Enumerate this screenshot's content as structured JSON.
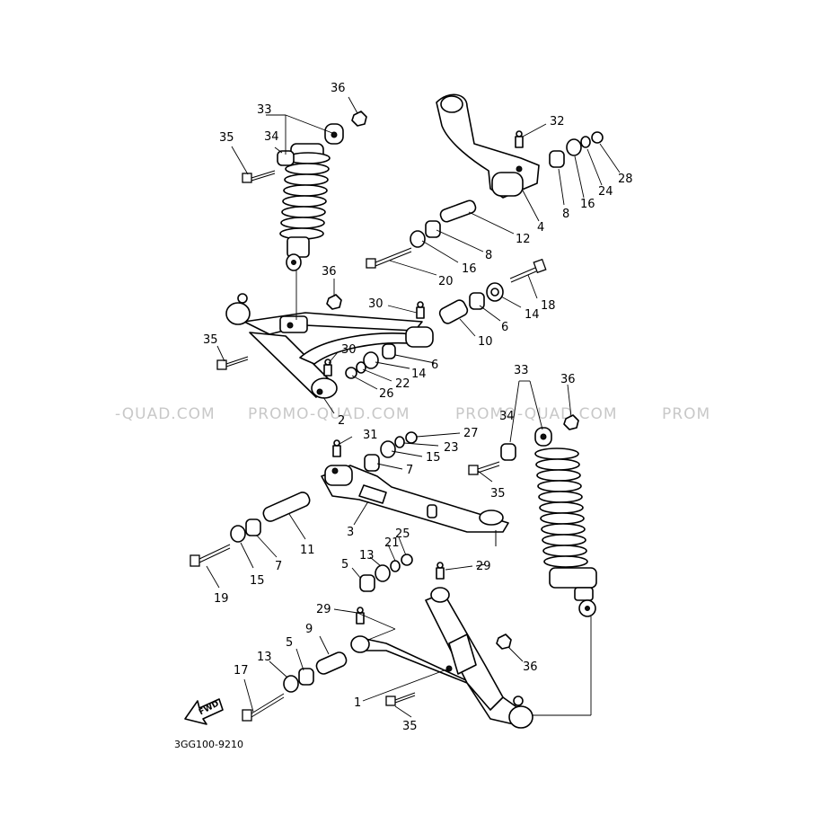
{
  "diagram": {
    "watermark_texts": [
      "-QUAD.COM",
      "PROMO-QUAD.COM",
      "PROMO-QUAD.COM",
      "PROM"
    ],
    "fwd_label": "FWD",
    "code": "3GG100-9210",
    "labels": {
      "n1": "1",
      "n2": "2",
      "n3": "3",
      "n4": "4",
      "n5a": "5",
      "n5b": "5",
      "n6a": "6",
      "n6b": "6",
      "n7a": "7",
      "n7b": "7",
      "n8a": "8",
      "n8b": "8",
      "n9": "9",
      "n10": "10",
      "n11": "11",
      "n12": "12",
      "n13a": "13",
      "n13b": "13",
      "n14a": "14",
      "n14b": "14",
      "n15a": "15",
      "n15b": "15",
      "n16a": "16",
      "n16b": "16",
      "n17": "17",
      "n18": "18",
      "n19": "19",
      "n20": "20",
      "n21": "21",
      "n22": "22",
      "n23": "23",
      "n24": "24",
      "n25": "25",
      "n26": "26",
      "n27": "27",
      "n28": "28",
      "n29a": "29",
      "n29b": "29",
      "n30a": "30",
      "n30b": "30",
      "n31": "31",
      "n32": "32",
      "n33a": "33",
      "n33b": "33",
      "n34a": "34",
      "n34b": "34",
      "n35a": "35",
      "n35b": "35",
      "n35c": "35",
      "n35d": "35",
      "n36a": "36",
      "n36b": "36",
      "n36c": "36",
      "n36d": "36"
    }
  }
}
